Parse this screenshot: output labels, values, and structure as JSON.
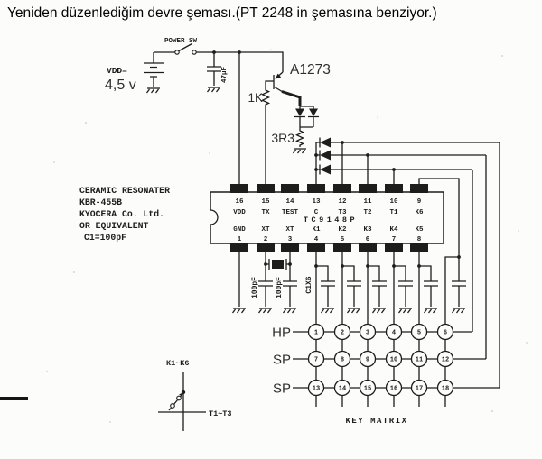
{
  "title": "Yeniden düzenlediğim devre şeması.(PT 2248 in şemasına benziyor.)",
  "colors": {
    "ink": "#1d1d1b",
    "paper": "#fcfcfa"
  },
  "power": {
    "switch_label": "POWER SW",
    "vdd_label": "VDD=",
    "voltage": "4,5 v",
    "filter_cap": "47μF"
  },
  "driver": {
    "transistor": "A1273",
    "base_resistor": "1K",
    "led_resistor": "3R3"
  },
  "resonator_note": {
    "lines": [
      "CERAMIC RESONATER",
      "KBR-455B",
      "KYOCERA Co. Ltd.",
      "OR EQUIVALENT",
      "C1=100pF"
    ]
  },
  "ic": {
    "part": "TC9148P",
    "top_pins": [
      {
        "num": "16",
        "label": "VDD"
      },
      {
        "num": "15",
        "label": "TX"
      },
      {
        "num": "14",
        "label": "TEST"
      },
      {
        "num": "13",
        "label": "C"
      },
      {
        "num": "12",
        "label": "T3"
      },
      {
        "num": "11",
        "label": "T2"
      },
      {
        "num": "10",
        "label": "T1"
      },
      {
        "num": "9",
        "label": "K6"
      }
    ],
    "bottom_pins": [
      {
        "num": "1",
        "label": "GND"
      },
      {
        "num": "2",
        "label": "XT"
      },
      {
        "num": "3",
        "label": "XT"
      },
      {
        "num": "4",
        "label": "K1"
      },
      {
        "num": "5",
        "label": "K2"
      },
      {
        "num": "6",
        "label": "K3"
      },
      {
        "num": "7",
        "label": "K4"
      },
      {
        "num": "8",
        "label": "K5"
      }
    ]
  },
  "caps": {
    "xt": "100pF",
    "xtb": "100pF",
    "key_caps": "C1X6"
  },
  "matrix": {
    "row_labels": [
      "HP",
      "SP",
      "SP"
    ],
    "keys": [
      "1",
      "2",
      "3",
      "4",
      "5",
      "6",
      "7",
      "8",
      "9",
      "10",
      "11",
      "12",
      "13",
      "14",
      "15",
      "16",
      "17",
      "18"
    ],
    "caption": "KEY MATRIX"
  },
  "legend": {
    "k_range": "K1~K6",
    "t_range": "T1~T3"
  }
}
